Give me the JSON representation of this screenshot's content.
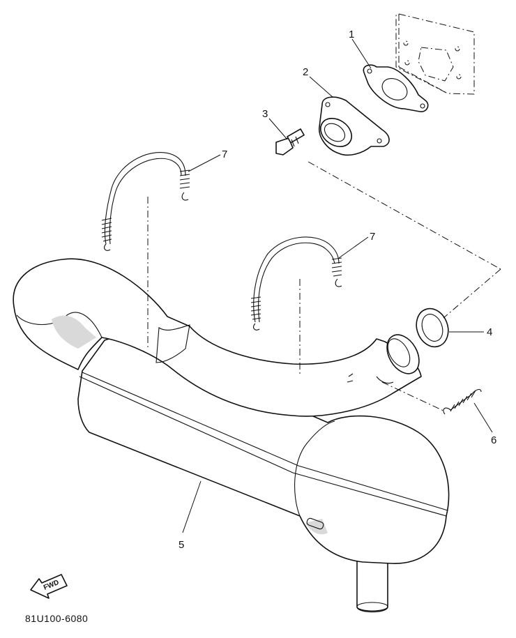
{
  "diagram": {
    "callouts": [
      {
        "id": "1",
        "label": "1"
      },
      {
        "id": "2",
        "label": "2"
      },
      {
        "id": "3",
        "label": "3"
      },
      {
        "id": "4",
        "label": "4"
      },
      {
        "id": "5",
        "label": "5"
      },
      {
        "id": "6",
        "label": "6"
      },
      {
        "id": "7a",
        "label": "7"
      },
      {
        "id": "7b",
        "label": "7"
      }
    ],
    "fnd_label": "FWD",
    "figure_code": "81U100-6080"
  },
  "colors": {
    "line": "#111111",
    "background": "#ffffff",
    "shade": "#d9d9d9"
  },
  "icons": {
    "direction_arrow": "forward-arrow-icon"
  }
}
